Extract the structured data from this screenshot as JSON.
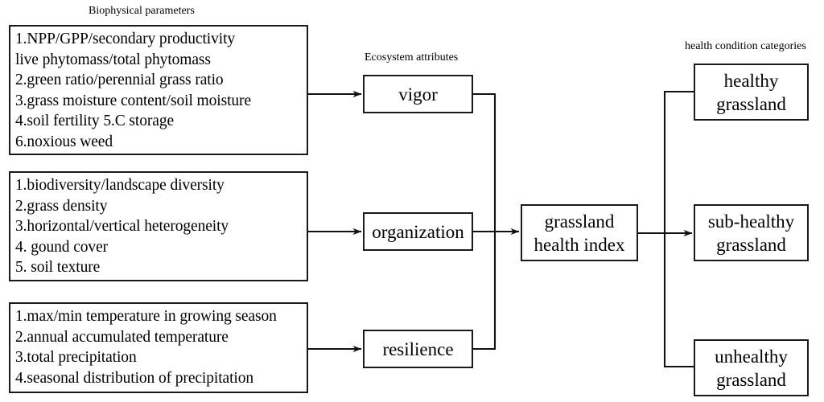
{
  "headers": {
    "left": "Biophysical parameters",
    "middle": "Ecosystem attributes",
    "right": "health condition categories"
  },
  "parameter_boxes": [
    {
      "name": "biophysical-parameters-vigor",
      "lines": [
        "1.NPP/GPP/secondary productivity",
        "live phytomass/total phytomass",
        "2.green ratio/perennial grass ratio",
        "3.grass moisture content/soil moisture",
        "4.soil fertility  5.C storage",
        "6.noxious weed"
      ]
    },
    {
      "name": "biophysical-parameters-organization",
      "lines": [
        "1.biodiversity/landscape diversity",
        "2.grass density",
        "3.horizontal/vertical heterogeneity",
        "4. gound cover",
        "5. soil texture"
      ]
    },
    {
      "name": "biophysical-parameters-resilience",
      "lines": [
        "1.max/min temperature in growing season",
        "2.annual accumulated temperature",
        "3.total precipitation",
        "4.seasonal distribution of precipitation"
      ]
    }
  ],
  "attributes": [
    {
      "label": "vigor"
    },
    {
      "label": "organization"
    },
    {
      "label": "resilience"
    }
  ],
  "index": {
    "line1": "grassland",
    "line2": "health index"
  },
  "categories": [
    {
      "line1": "healthy",
      "line2": "grassland"
    },
    {
      "line1": "sub-healthy",
      "line2": "grassland"
    },
    {
      "line1": "unhealthy",
      "line2": "grassland"
    }
  ],
  "colors": {
    "stroke": "#1a1a1a",
    "background": "#ffffff",
    "text": "#000000"
  }
}
